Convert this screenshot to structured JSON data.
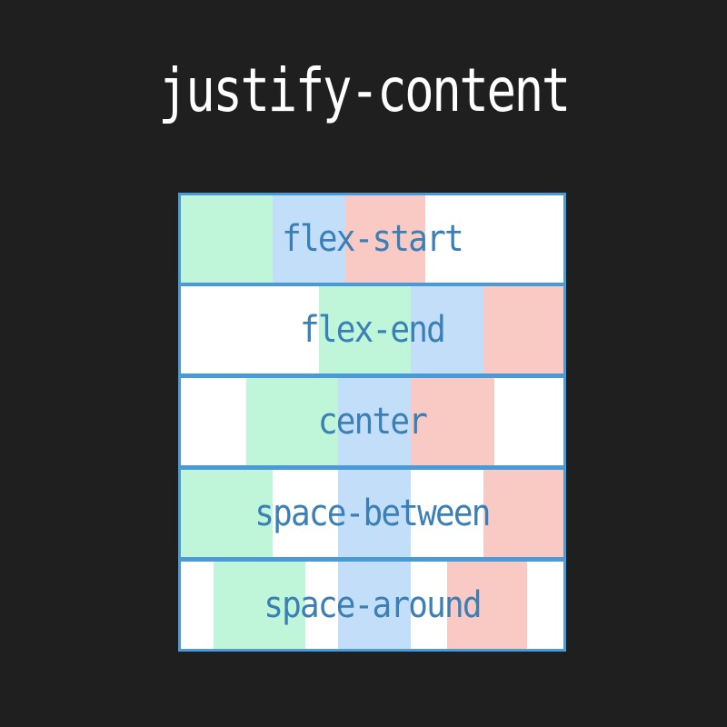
{
  "title": "justify-content",
  "colors": {
    "background": "#1f1f20",
    "border": "#4a9ad8",
    "label": "#3a7fb6",
    "item_green": "#bff5d9",
    "item_blue": "#c3def9",
    "item_red": "#f9c9c4",
    "row_fill": "#ffffff"
  },
  "rows": [
    {
      "label": "flex-start",
      "items": [
        {
          "color": "item_green",
          "start": 0.0,
          "end": 0.24
        },
        {
          "color": "item_blue",
          "start": 0.24,
          "end": 0.43
        },
        {
          "color": "item_red",
          "start": 0.43,
          "end": 0.64
        }
      ]
    },
    {
      "label": "flex-end",
      "items": [
        {
          "color": "item_green",
          "start": 0.36,
          "end": 0.6
        },
        {
          "color": "item_blue",
          "start": 0.6,
          "end": 0.79
        },
        {
          "color": "item_red",
          "start": 0.79,
          "end": 1.0
        }
      ]
    },
    {
      "label": "center",
      "items": [
        {
          "color": "item_green",
          "start": 0.17,
          "end": 0.41
        },
        {
          "color": "item_blue",
          "start": 0.41,
          "end": 0.6
        },
        {
          "color": "item_red",
          "start": 0.6,
          "end": 0.82
        }
      ]
    },
    {
      "label": "space-between",
      "items": [
        {
          "color": "item_green",
          "start": 0.0,
          "end": 0.24
        },
        {
          "color": "item_blue",
          "start": 0.41,
          "end": 0.6
        },
        {
          "color": "item_red",
          "start": 0.79,
          "end": 1.0
        }
      ]
    },
    {
      "label": "space-around",
      "items": [
        {
          "color": "item_green",
          "start": 0.085,
          "end": 0.325
        },
        {
          "color": "item_blue",
          "start": 0.41,
          "end": 0.6
        },
        {
          "color": "item_red",
          "start": 0.695,
          "end": 0.905
        }
      ]
    }
  ]
}
